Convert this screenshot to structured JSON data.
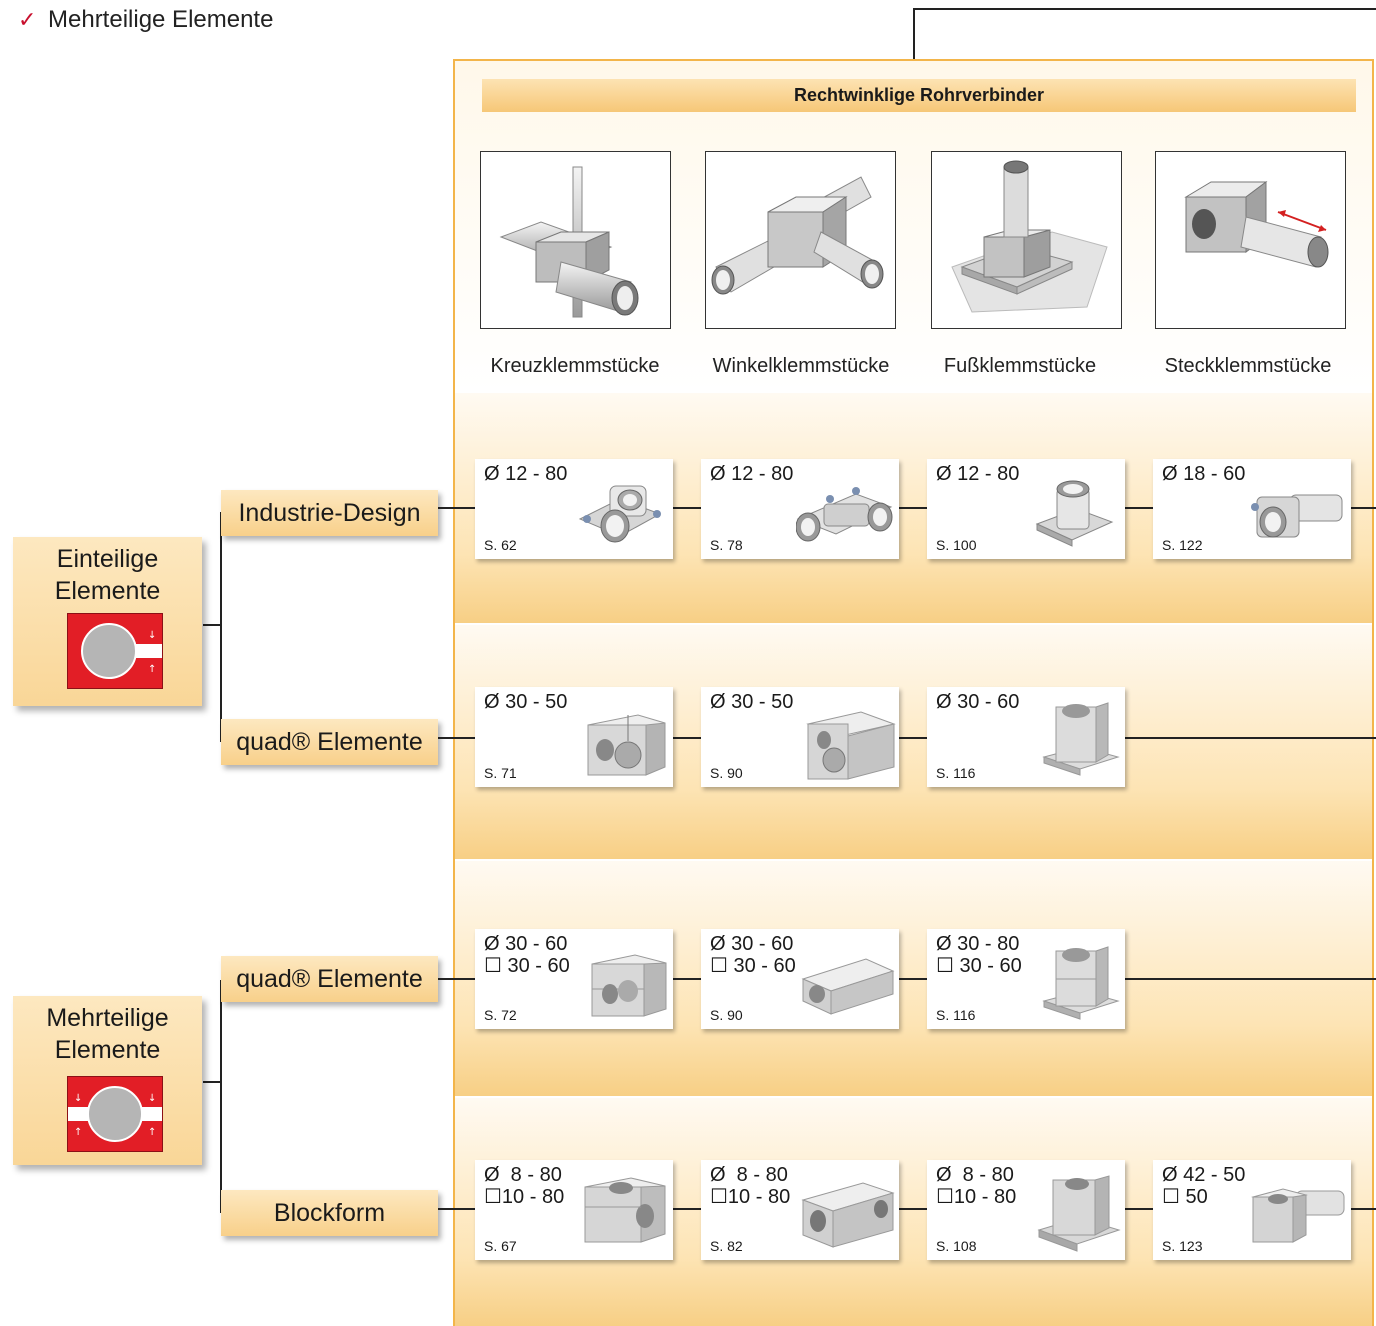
{
  "top_label": "Mehrteilige Elemente",
  "header": "Rechtwinklige Rohrverbinder",
  "types": [
    "Kreuzklemmstücke",
    "Winkelklemmstücke",
    "Fußklemmstücke",
    "Steckklemmstücke"
  ],
  "groups": [
    {
      "label_lines": [
        "Einteilige",
        "Elemente"
      ]
    },
    {
      "label_lines": [
        "Mehrteilige",
        "Elemente"
      ]
    }
  ],
  "categories": [
    "Industrie-Design",
    "quad® Elemente",
    "quad® Elemente",
    "Blockform"
  ],
  "rows": [
    [
      {
        "dim": "Ø 12 - 80",
        "page": "S. 62"
      },
      {
        "dim": "Ø 12 - 80",
        "page": "S. 78"
      },
      {
        "dim": "Ø 12 - 80",
        "page": "S. 100"
      },
      {
        "dim": "Ø 18 - 60",
        "page": "S. 122"
      }
    ],
    [
      {
        "dim": "Ø 30 - 50",
        "page": "S. 71"
      },
      {
        "dim": "Ø 30 - 50",
        "page": "S. 90"
      },
      {
        "dim": "Ø 30 - 60",
        "page": "S. 116"
      }
    ],
    [
      {
        "dim": "Ø 30 - 60\n☐ 30 - 60",
        "page": "S. 72"
      },
      {
        "dim": "Ø 30 - 60\n☐ 30 - 60",
        "page": "S. 90"
      },
      {
        "dim": "Ø 30 - 80\n☐ 30 - 60",
        "page": "S. 116"
      }
    ],
    [
      {
        "dim": "Ø  8 - 80\n☐10 - 80",
        "page": "S. 67"
      },
      {
        "dim": "Ø  8 - 80\n☐10 - 80",
        "page": "S. 82"
      },
      {
        "dim": "Ø  8 - 80\n☐10 - 80",
        "page": "S. 108"
      },
      {
        "dim": "Ø 42 - 50\n☐ 50",
        "page": "S. 123"
      }
    ]
  ]
}
